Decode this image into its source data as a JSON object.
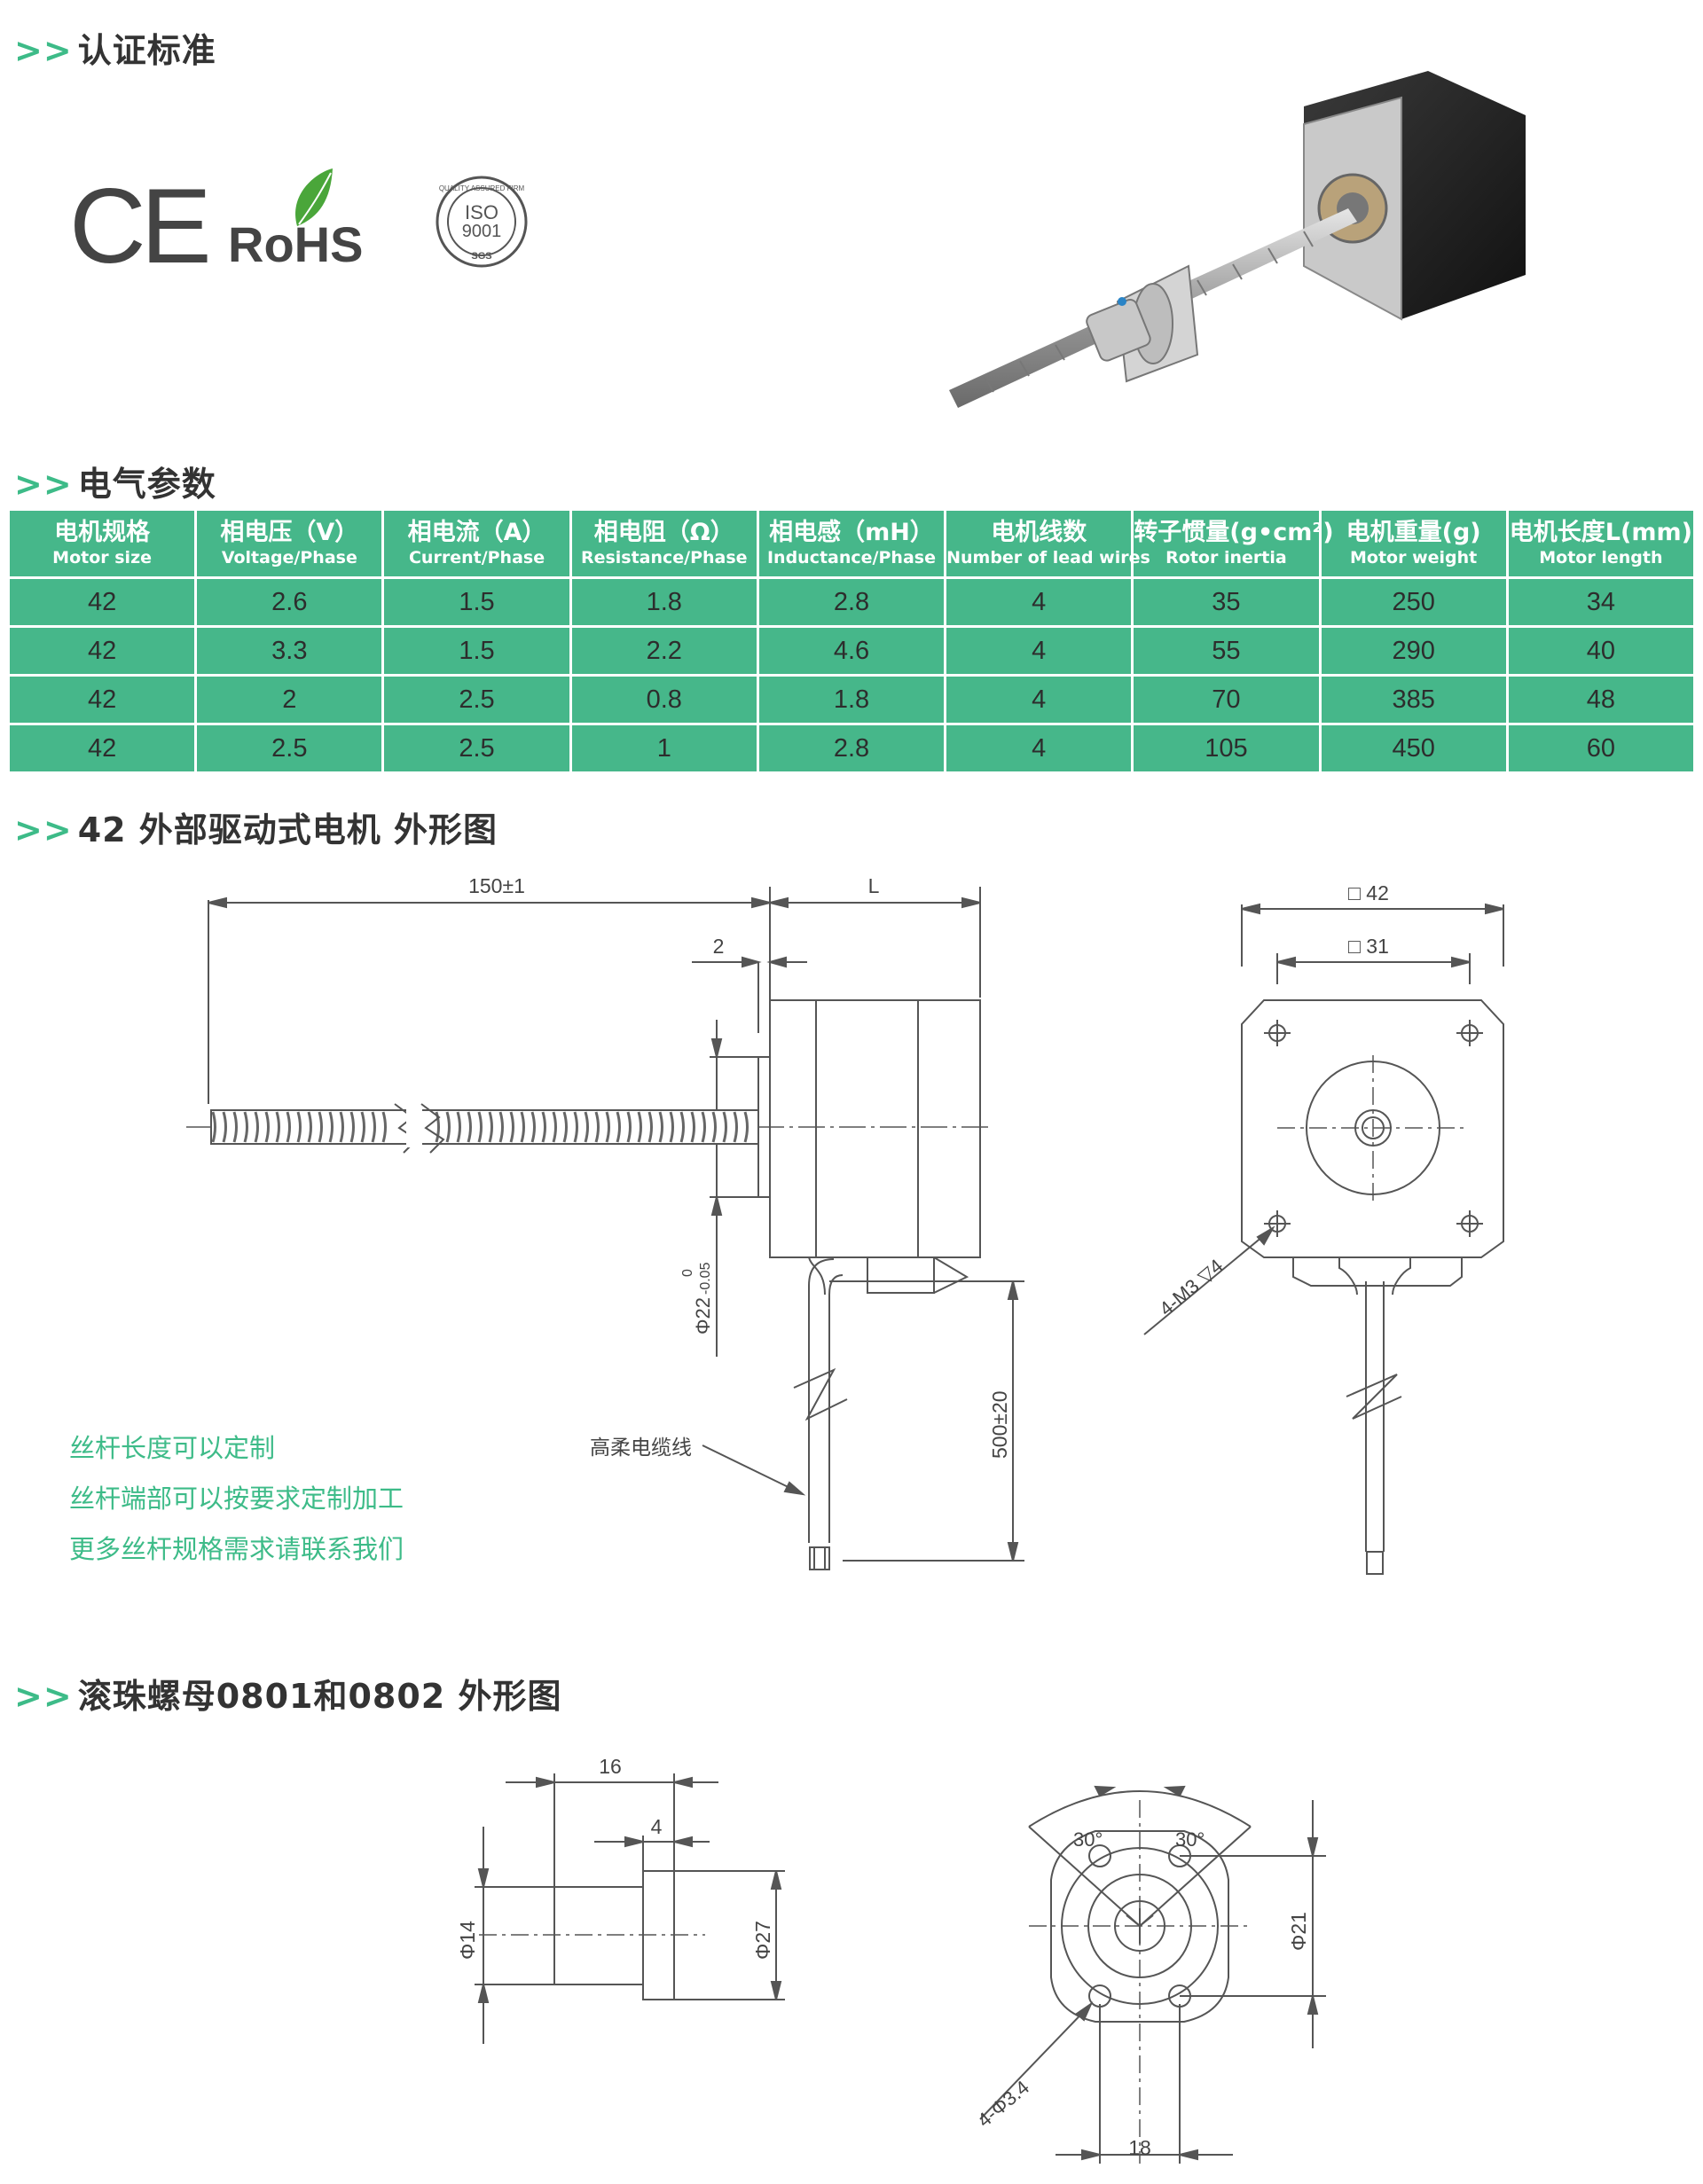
{
  "sections": {
    "certification": "认证标准",
    "electrical": "电气参数",
    "outline_motor": "42 外部驱动式电机  外形图",
    "outline_nut": "滚珠螺母0801和0802  外形图"
  },
  "arrows": ">>",
  "certs": {
    "ce": "CE",
    "rohs": "RoHS",
    "iso_top": "QUALITY ASSURED FIRM",
    "iso_mid1": "ISO",
    "iso_mid2": "9001",
    "iso_bottom": "SGS"
  },
  "table": {
    "headers": [
      {
        "cn": "电机规格",
        "en": "Motor size"
      },
      {
        "cn": "相电压（V）",
        "en": "Voltage/Phase"
      },
      {
        "cn": "相电流（A）",
        "en": "Current/Phase"
      },
      {
        "cn": "相电阻（Ω）",
        "en": "Resistance/Phase"
      },
      {
        "cn": "相电感（mH）",
        "en": "Inductance/Phase"
      },
      {
        "cn": "电机线数",
        "en": "Number of lead wires"
      },
      {
        "cn": "转子惯量(g•cm²)",
        "en": "Rotor inertia"
      },
      {
        "cn": "电机重量(g)",
        "en": "Motor weight"
      },
      {
        "cn": "电机长度L(mm)",
        "en": "Motor length"
      }
    ],
    "rows": [
      [
        "42",
        "2.6",
        "1.5",
        "1.8",
        "2.8",
        "4",
        "35",
        "250",
        "34"
      ],
      [
        "42",
        "3.3",
        "1.5",
        "2.2",
        "4.6",
        "4",
        "55",
        "290",
        "40"
      ],
      [
        "42",
        "2",
        "2.5",
        "0.8",
        "1.8",
        "4",
        "70",
        "385",
        "48"
      ],
      [
        "42",
        "2.5",
        "2.5",
        "1",
        "2.8",
        "4",
        "105",
        "450",
        "60"
      ]
    ]
  },
  "drawing1": {
    "dim_150": "150±1",
    "dim_L": "L",
    "dim_2": "2",
    "dim_phi22": "Φ22",
    "dim_phi22_tol_top": "0",
    "dim_phi22_tol_bottom": "-0.05",
    "dim_500": "500±20",
    "cable_label": "高柔电缆线",
    "sq42": "□ 42",
    "sq31": "□ 31",
    "holes": "4-M3 ▽4"
  },
  "notes": [
    "丝杆长度可以定制",
    "丝杆端部可以按要求定制加工",
    "更多丝杆规格需求请联系我们"
  ],
  "drawing2": {
    "dim_16": "16",
    "dim_4": "4",
    "dim_phi14": "Φ14",
    "dim_phi27": "Φ27",
    "dim_30a": "30°",
    "dim_30b": "30°",
    "dim_phi21": "Φ21",
    "dim_holes": "4-Φ3.4",
    "dim_18": "18"
  },
  "colors": {
    "accent": "#46b78a",
    "title_arrow": "#3dbb88",
    "note_text": "#3dbb88"
  }
}
